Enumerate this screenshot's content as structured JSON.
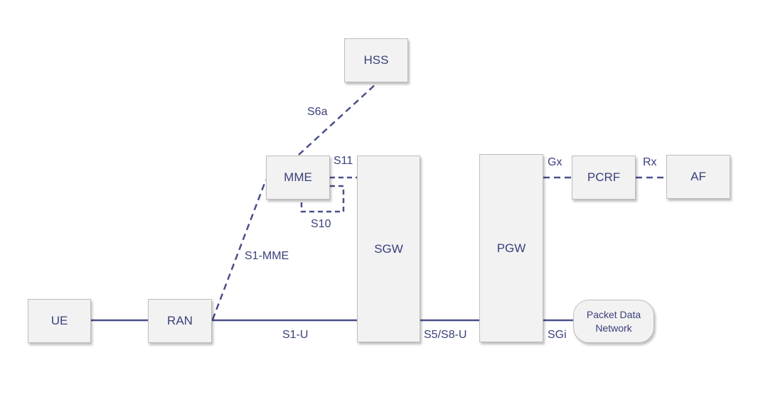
{
  "nodes": {
    "hss": "HSS",
    "mme": "MME",
    "sgw": "SGW",
    "pgw": "PGW",
    "pcrf": "PCRF",
    "af": "AF",
    "ue": "UE",
    "ran": "RAN",
    "pdn": "Packet Data\nNetwork"
  },
  "interfaces": {
    "s6a": "S6a",
    "s11": "S11",
    "s10": "S10",
    "s1_mme": "S1-MME",
    "s1_u": "S1-U",
    "s5_s8_u": "S5/S8-U",
    "gx": "Gx",
    "rx": "Rx",
    "sgi": "SGi"
  },
  "colors": {
    "line": "#4a4f8c",
    "text": "#3a3f7a",
    "box_fill": "#f2f2f2",
    "box_border": "#bdbdbd"
  }
}
